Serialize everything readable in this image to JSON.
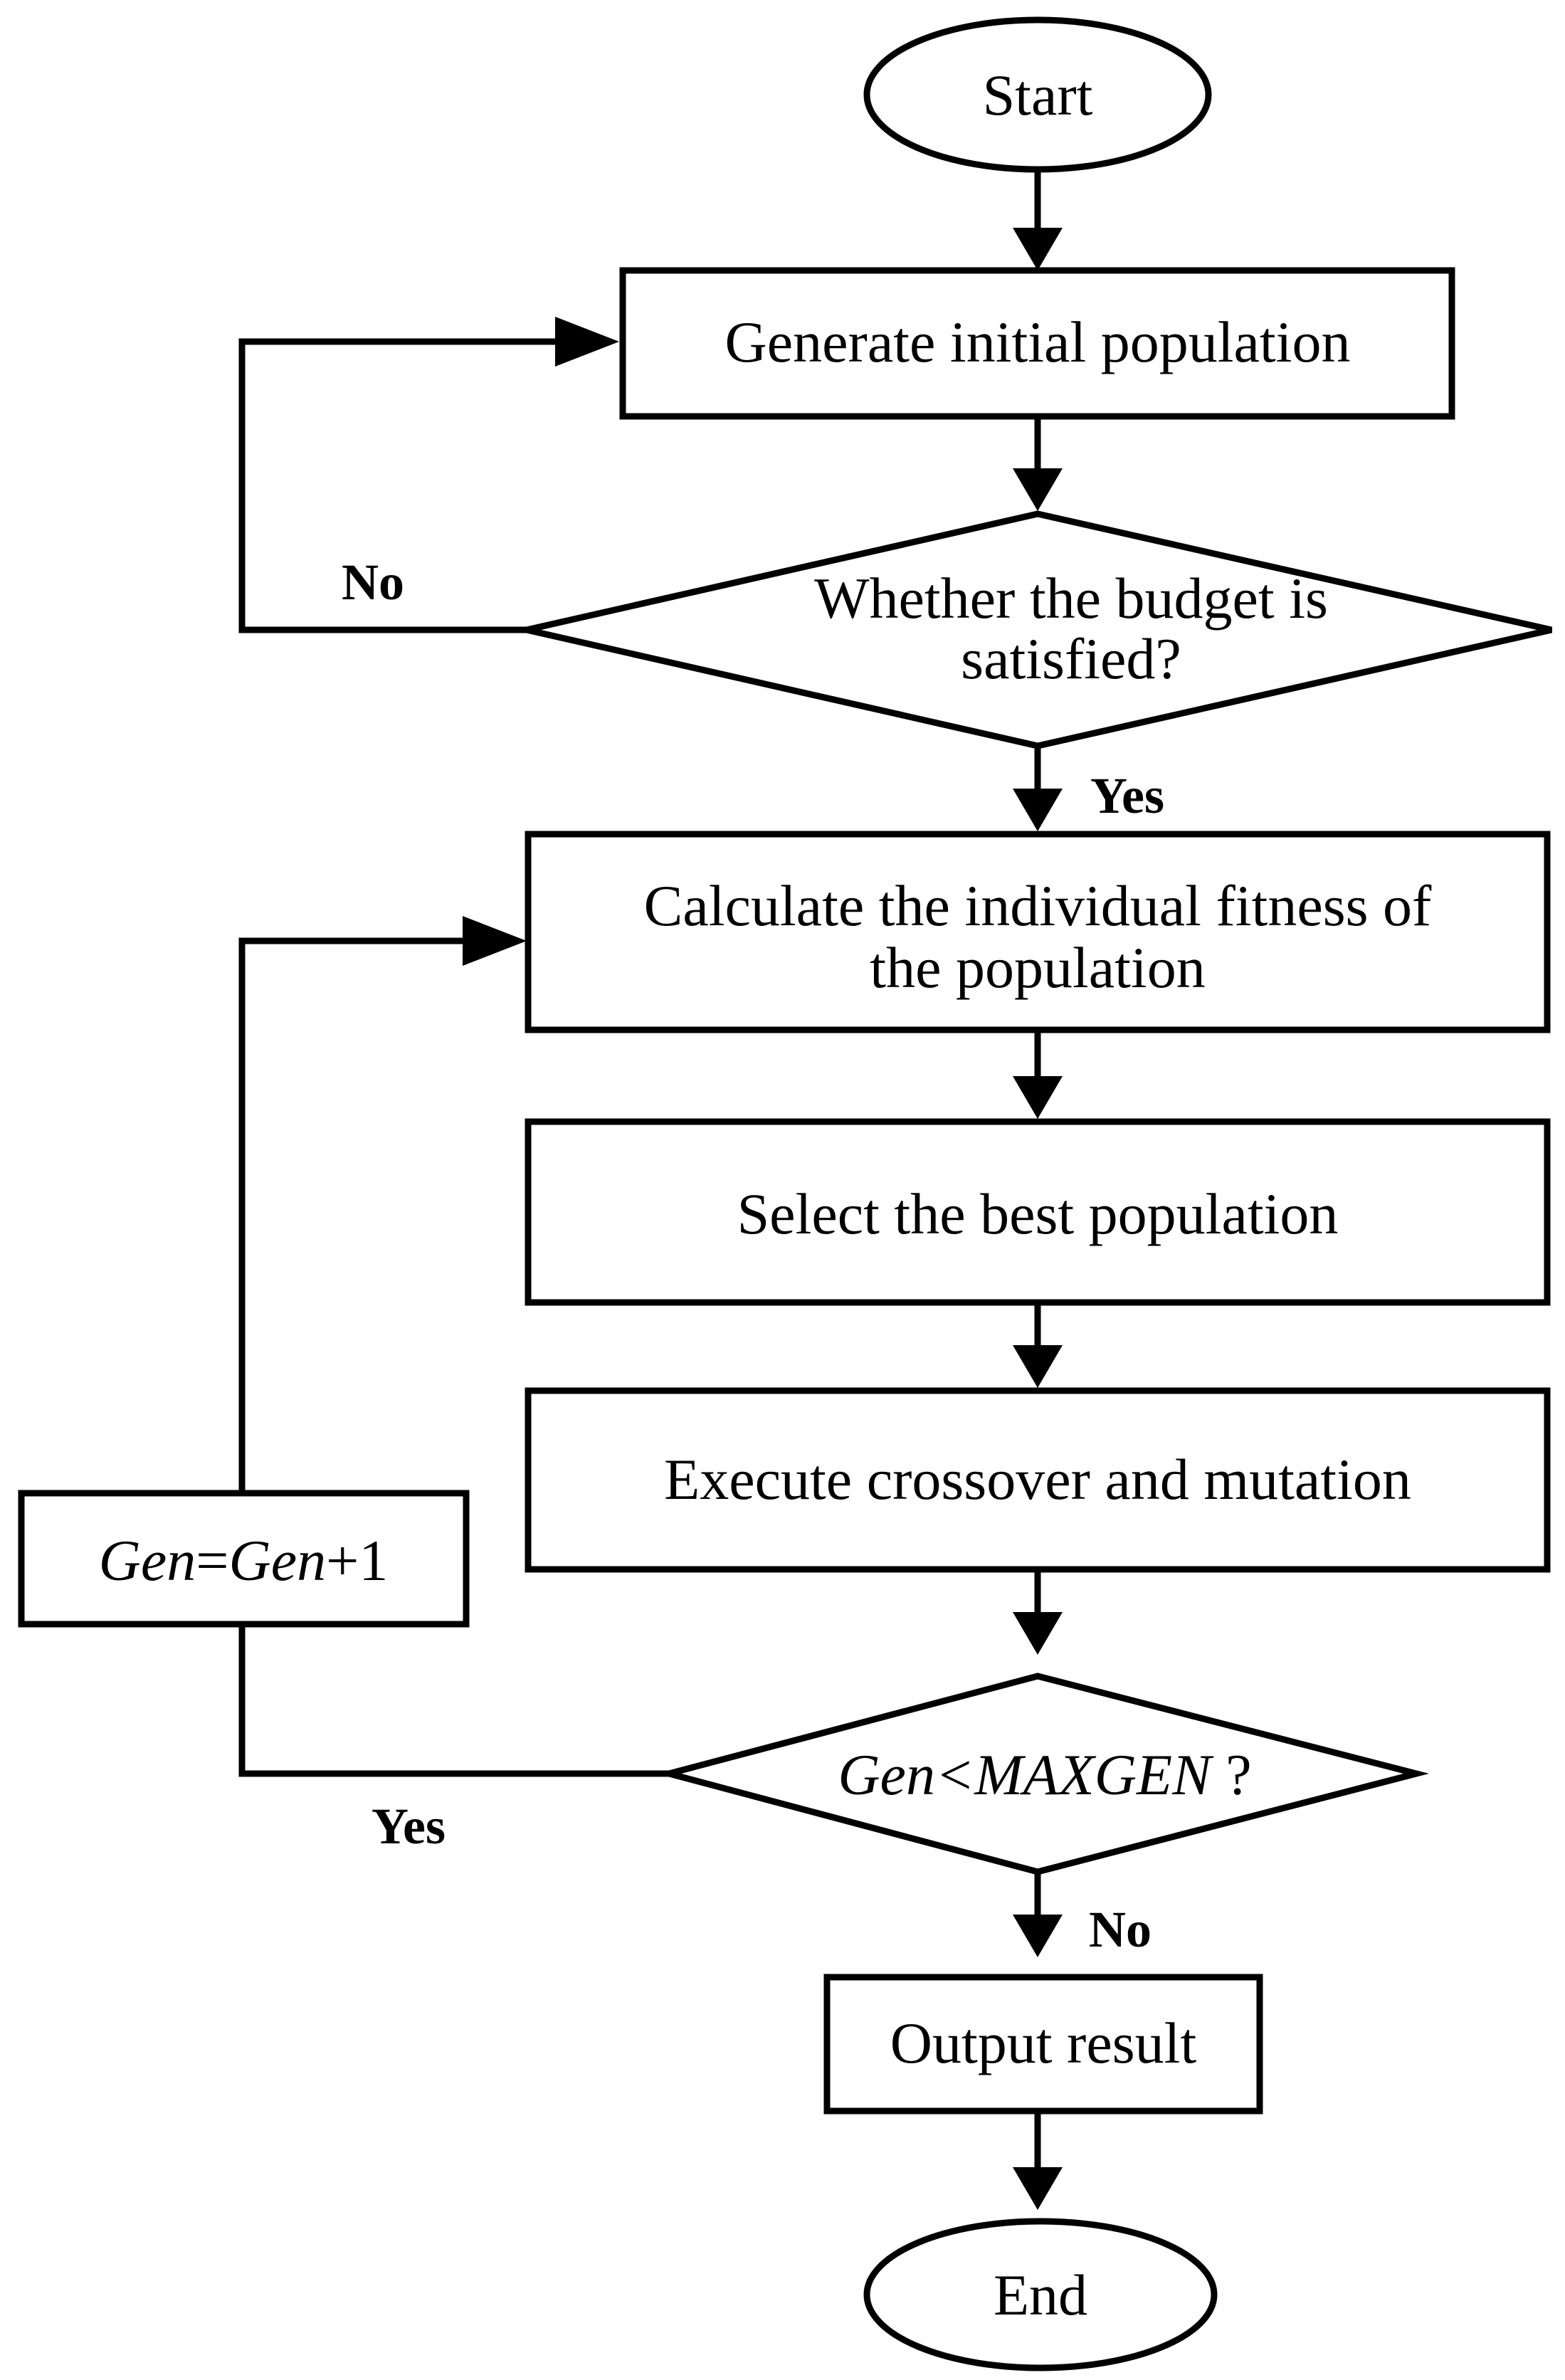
{
  "nodes": {
    "start": "Start",
    "generate": "Generate initial population",
    "budget_line1": "Whether the budget is",
    "budget_line2": "satisfied?",
    "calc_line1": "Calculate the individual fitness of",
    "calc_line2": "the population",
    "select": "Select the best population",
    "execute": "Execute crossover and mutation",
    "gen_var1": "Gen",
    "gen_eq": "=",
    "gen_var2": "Gen",
    "gen_plus": "+1",
    "maxgen_var": "Gen<MAXGEN",
    "maxgen_q": " ?",
    "output": "Output result",
    "end": "End"
  },
  "edges": {
    "budget_no": "No",
    "budget_yes": "Yes",
    "maxgen_yes": "Yes",
    "maxgen_no": "No"
  }
}
